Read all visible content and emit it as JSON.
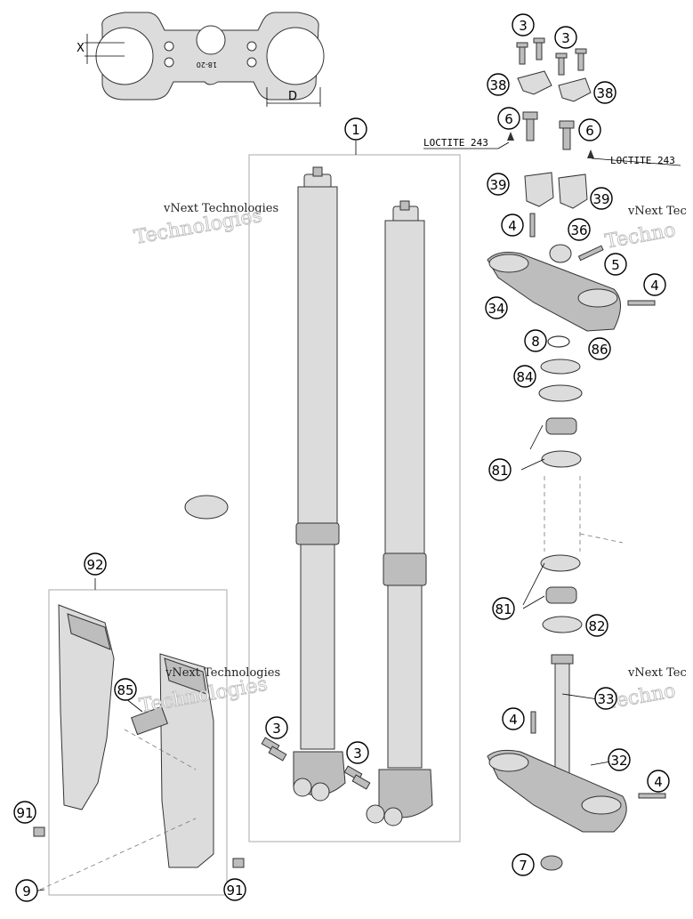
{
  "callouts": [
    {
      "id": "c1",
      "label": "1"
    },
    {
      "id": "c3a",
      "label": "3"
    },
    {
      "id": "c3b",
      "label": "3"
    },
    {
      "id": "c3c",
      "label": "3"
    },
    {
      "id": "c3d",
      "label": "3"
    },
    {
      "id": "c38a",
      "label": "38"
    },
    {
      "id": "c38b",
      "label": "38"
    },
    {
      "id": "c6a",
      "label": "6"
    },
    {
      "id": "c6b",
      "label": "6"
    },
    {
      "id": "c39a",
      "label": "39"
    },
    {
      "id": "c39b",
      "label": "39"
    },
    {
      "id": "c4a",
      "label": "4"
    },
    {
      "id": "c36",
      "label": "36"
    },
    {
      "id": "c5",
      "label": "5"
    },
    {
      "id": "c4b",
      "label": "4"
    },
    {
      "id": "c34",
      "label": "34"
    },
    {
      "id": "c8",
      "label": "8"
    },
    {
      "id": "c86",
      "label": "86"
    },
    {
      "id": "c84",
      "label": "84"
    },
    {
      "id": "c81a",
      "label": "81"
    },
    {
      "id": "c81b",
      "label": "81"
    },
    {
      "id": "c82",
      "label": "82"
    },
    {
      "id": "c92",
      "label": "92"
    },
    {
      "id": "c85",
      "label": "85"
    },
    {
      "id": "c33",
      "label": "33"
    },
    {
      "id": "c4c",
      "label": "4"
    },
    {
      "id": "c32",
      "label": "32"
    },
    {
      "id": "c4d",
      "label": "4"
    },
    {
      "id": "c7",
      "label": "7"
    },
    {
      "id": "c91a",
      "label": "91"
    },
    {
      "id": "c91b",
      "label": "91"
    },
    {
      "id": "c9",
      "label": "9"
    }
  ],
  "labels": {
    "loctite_left": "LOCTITE 243",
    "loctite_right": "LOCTITE 243",
    "dim_x": "X",
    "dim_d": "D",
    "clamp_text": "18-20"
  },
  "watermarks": [
    {
      "id": "wm1",
      "line1": "vNext Technologies",
      "line2": "Technologies"
    },
    {
      "id": "wm2",
      "line1": "vNext Technologies",
      "line2": "Technologies"
    },
    {
      "id": "wm3",
      "line1": "vNext Tec",
      "line2": "Techno"
    },
    {
      "id": "wm4",
      "line1": "vNext Tec",
      "line2": "Techno"
    }
  ]
}
